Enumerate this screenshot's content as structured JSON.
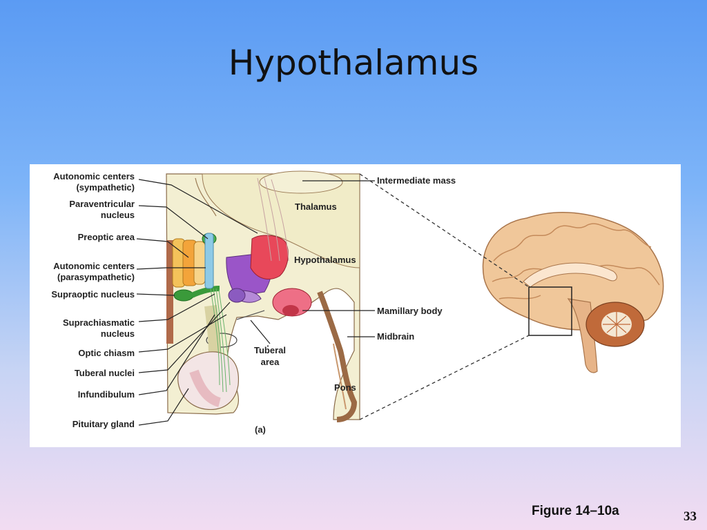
{
  "slide": {
    "title": "Hypothalamus",
    "caption": "Figure 14–10a",
    "number": "33"
  },
  "figure": {
    "panel_label": "(a)",
    "left_labels": {
      "autonomic_sympathetic_1": "Autonomic centers",
      "autonomic_sympathetic_2": "(sympathetic)",
      "paraventricular_1": "Paraventricular",
      "paraventricular_2": "nucleus",
      "preoptic": "Preoptic area",
      "autonomic_parasympathetic_1": "Autonomic centers",
      "autonomic_parasympathetic_2": "(parasympathetic)",
      "supraoptic": "Supraoptic nucleus",
      "suprachiasmatic_1": "Suprachiasmatic",
      "suprachiasmatic_2": "nucleus",
      "optic_chiasm": "Optic chiasm",
      "tuberal_nuclei": "Tuberal nuclei",
      "infundibulum": "Infundibulum",
      "pituitary": "Pituitary gland"
    },
    "inner_labels": {
      "thalamus": "Thalamus",
      "hypothalamus": "Hypothalamus",
      "tuberal_area_1": "Tuberal",
      "tuberal_area_2": "area",
      "pons": "Pons"
    },
    "right_labels": {
      "intermediate_mass": "Intermediate mass",
      "mamillary_body": "Mamillary body",
      "midbrain": "Midbrain"
    }
  },
  "colors": {
    "background_top": "#5b9bf3",
    "background_bottom": "#f2dcf2",
    "tissue": "#f3efd2",
    "brain": "#f0c79a",
    "hypothalamus_red": "#e8485a",
    "mamillary_pink": "#ee6f86",
    "purple_nucleus": "#9a55c8",
    "green_nucleus": "#3a9a3a",
    "orange_preoptic": "#f3a43a"
  }
}
